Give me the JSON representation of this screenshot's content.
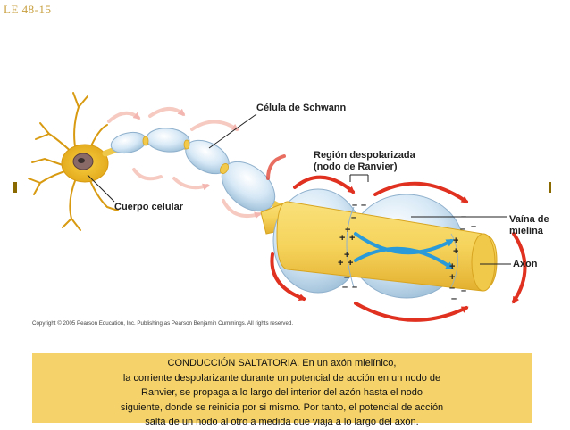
{
  "slide_label": "LE 48-15",
  "labels": {
    "schwann": "Célula de Schwann",
    "depolarized_line1": "Región despolarizada",
    "depolarized_line2": "(nodo de Ranvier)",
    "cell_body": "Cuerpo celular",
    "myelin_line1": "Vaína de",
    "myelin_line2": "mielína",
    "axon": "Axon"
  },
  "copyright": "Copyright © 2005 Pearson Education, Inc. Publishing as Pearson Benjamin Cummings. All rights reserved.",
  "caption_lines": [
    "CONDUCCIÓN SALTATORIA. En un axón mielínico,",
    "la corriente despolarizante durante un potencial de acción en un nodo de",
    "Ranvier, se propaga a lo largo del interior del azón hasta el nodo",
    "siguiente, donde se reinicia por si mismo. Por tanto, el potencial de acción",
    "salta de un nodo al otro a medida que viaja a lo largo del axón."
  ],
  "charges": {
    "plus": "+",
    "minus": "–"
  },
  "colors": {
    "axon": "#f6d45c",
    "axon_dark": "#e7b12c",
    "myelin": "#d4e6f4",
    "myelin_edge": "#8fb0cc",
    "current_arrow": "#e03020",
    "inner_arrow": "#2a9ad8",
    "cell_body": "#f2c12a",
    "caption_bg": "#f5d36a"
  }
}
